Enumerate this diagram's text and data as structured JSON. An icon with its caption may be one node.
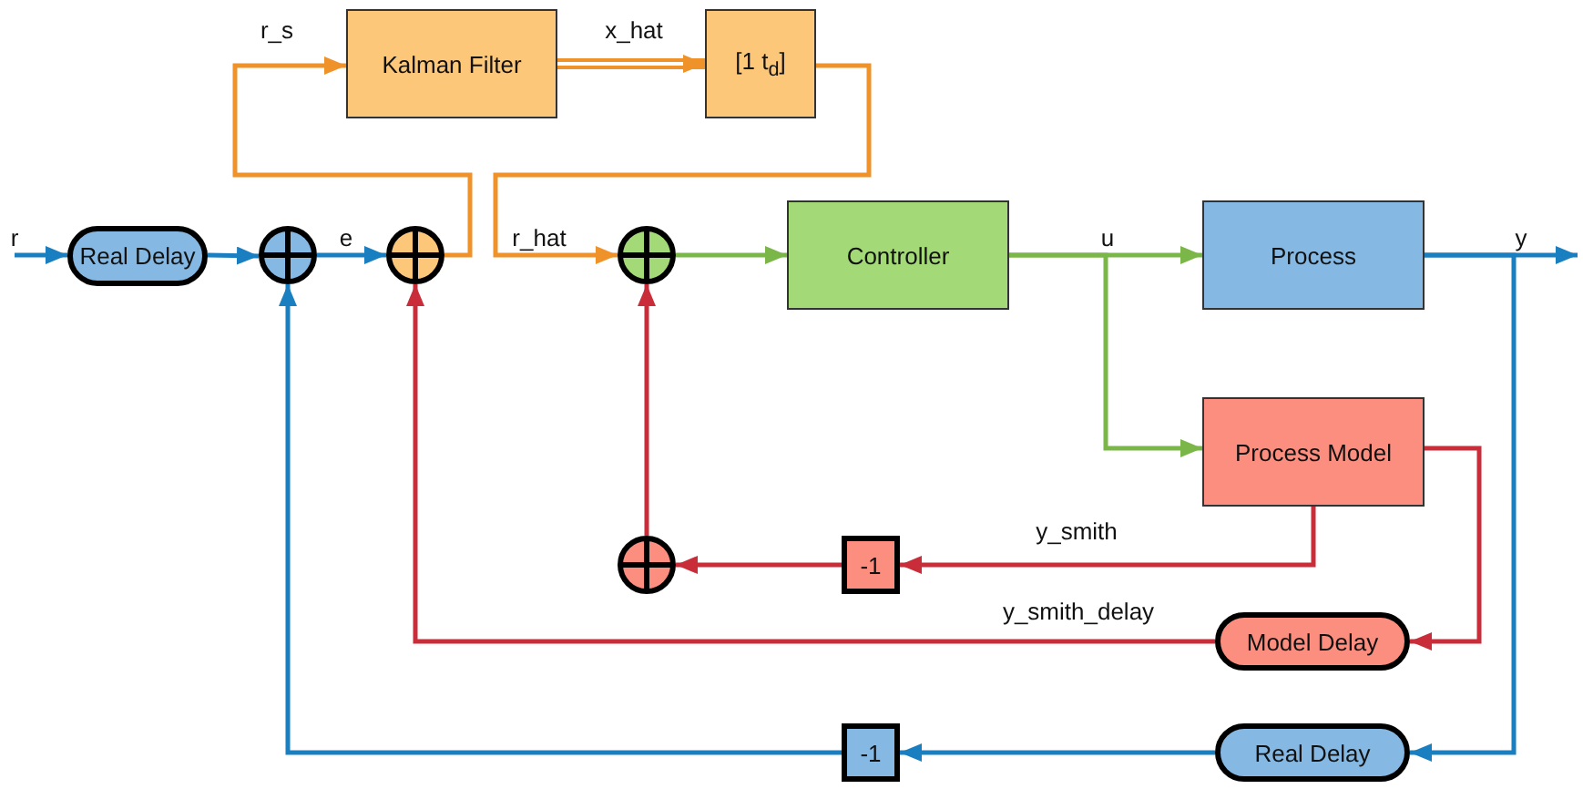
{
  "diagram": {
    "nodes": [
      {
        "text": [
          "Real Delay"
        ]
      },
      {
        "text": [],
        "shape": "circle"
      },
      {
        "text": [],
        "shape": "circle"
      },
      {
        "text": [
          "Kalman Filter"
        ]
      },
      {
        "text": [
          "[1 t$_{d}$]"
        ]
      },
      {
        "text": [],
        "shape": "circle"
      },
      {
        "text": [
          "Controller"
        ]
      },
      {
        "text": [
          "Process"
        ]
      },
      {
        "text": [
          "Process Model"
        ]
      },
      {
        "text": [
          "-1"
        ]
      },
      {
        "text": [],
        "shape": "circle"
      },
      {
        "text": [
          "Model Delay"
        ]
      },
      {
        "text": [
          "Real Delay"
        ]
      },
      {
        "text": [
          "-1"
        ]
      }
    ],
    "edges": [
      {
        "from": null,
        "to": 0,
        "arrow": "to",
        "label": "r"
      },
      {
        "from": 0,
        "to": 1,
        "arrow": "to"
      },
      {
        "from": 1,
        "to": 2,
        "arrow": "to",
        "label": "e"
      },
      {
        "from": 2,
        "to": 3,
        "arrow": "to",
        "label": "r_s",
        "color": "#f0922a"
      },
      {
        "from": 3,
        "to": 4,
        "arrow": "to",
        "label": "x_hat",
        "style": "thick",
        "color": "#f0922a"
      },
      {
        "from": 4,
        "to": 5,
        "arrow": "to",
        "label": "r_hat",
        "color": "#f0922a"
      },
      {
        "from": 5,
        "to": 6,
        "arrow": "to",
        "color": "#7ab648"
      },
      {
        "from": 6,
        "to": 7,
        "arrow": "to",
        "label": "u",
        "color": "#7ab648"
      },
      {
        "from": 6,
        "to": 8,
        "arrow": "to",
        "color": "#7ab648"
      },
      {
        "from": 7,
        "to": null,
        "arrow": "to",
        "label": "y"
      },
      {
        "from": 7,
        "to": 12,
        "arrow": "to"
      },
      {
        "from": 8,
        "to": 9,
        "arrow": "to",
        "label": "y_smith",
        "color": "#c92d39"
      },
      {
        "from": 8,
        "to": 11,
        "arrow": "to",
        "color": "#c92d39"
      },
      {
        "from": 9,
        "to": 10,
        "arrow": "to",
        "color": "#c92d39"
      },
      {
        "from": 10,
        "to": 5,
        "arrow": "to",
        "color": "#c92d39"
      },
      {
        "from": 11,
        "to": 2,
        "arrow": "to",
        "label": "y_smith_delay",
        "color": "#c92d39"
      },
      {
        "from": 12,
        "to": 13,
        "arrow": "to"
      },
      {
        "from": 13,
        "to": 1,
        "arrow": "to"
      }
    ]
  }
}
